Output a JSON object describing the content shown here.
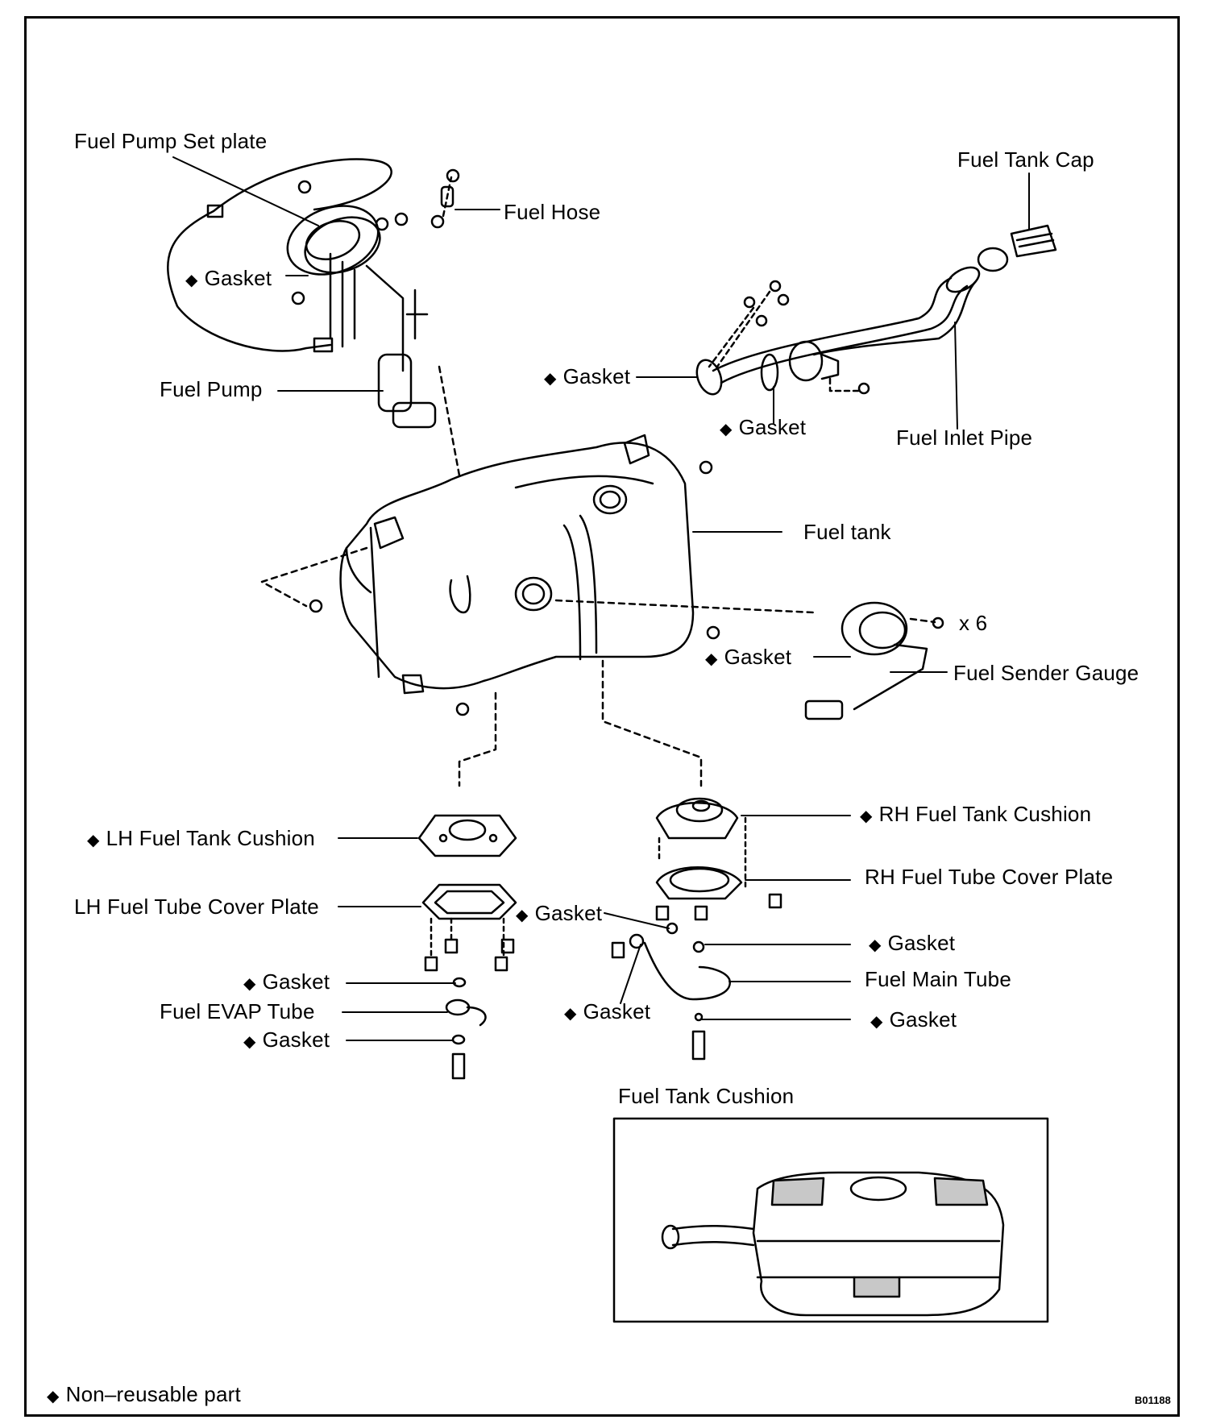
{
  "diagram": {
    "labels": {
      "fuel_pump_set_plate": "Fuel Pump Set plate",
      "fuel_hose": "Fuel Hose",
      "fuel_tank_cap": "Fuel Tank Cap",
      "gasket_pump": "Gasket",
      "fuel_pump": "Fuel Pump",
      "gasket_inlet_1": "Gasket",
      "gasket_inlet_2": "Gasket",
      "fuel_inlet_pipe": "Fuel Inlet Pipe",
      "fuel_tank": "Fuel tank",
      "x6": "x 6",
      "gasket_sender": "Gasket",
      "fuel_sender_gauge": "Fuel Sender Gauge",
      "lh_fuel_tank_cushion": "LH Fuel Tank Cushion",
      "rh_fuel_tank_cushion": "RH Fuel Tank Cushion",
      "lh_fuel_tube_cover_plate": "LH Fuel Tube Cover Plate",
      "rh_fuel_tube_cover_plate": "RH Fuel Tube Cover Plate",
      "gasket_center": "Gasket",
      "gasket_rh_1": "Gasket",
      "fuel_main_tube": "Fuel Main Tube",
      "gasket_lh_1": "Gasket",
      "fuel_evap_tube": "Fuel EVAP Tube",
      "gasket_lh_2": "Gasket",
      "gasket_center_2": "Gasket",
      "gasket_rh_2": "Gasket",
      "fuel_tank_cushion_inset": "Fuel Tank Cushion",
      "legend_non_reusable": "Non–reusable part",
      "reference_code": "B01188"
    },
    "non_reusable_marker": "◆"
  }
}
